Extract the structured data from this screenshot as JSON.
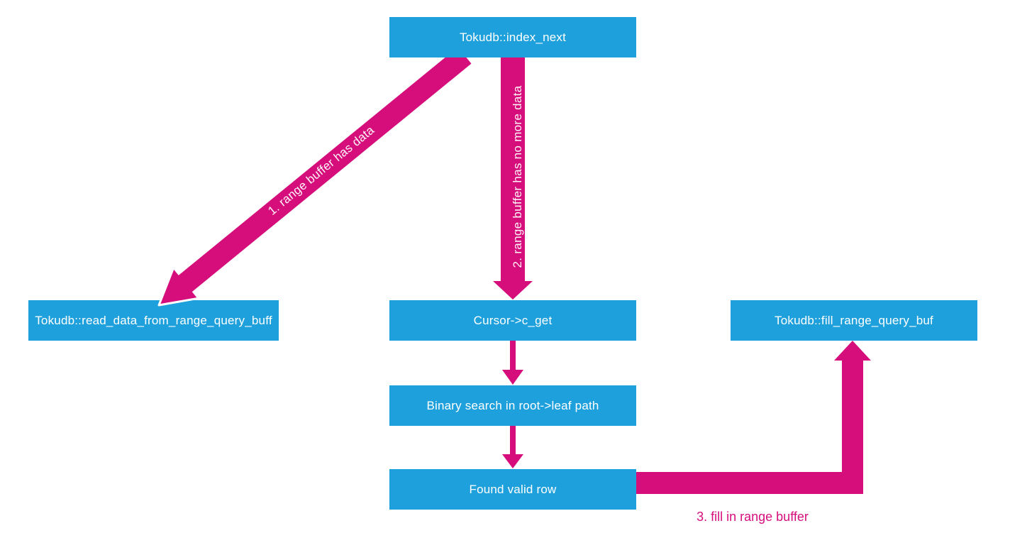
{
  "diagram": {
    "nodes": {
      "index_next": {
        "label": "Tokudb::index_next"
      },
      "read_data": {
        "label": "Tokudb::read_data_from_range_query_buff"
      },
      "cursor_c_get": {
        "label": "Cursor->c_get"
      },
      "fill_range": {
        "label": "Tokudb::fill_range_query_buf"
      },
      "binary_search": {
        "label": "Binary search in root->leaf path"
      },
      "found_row": {
        "label": "Found valid row"
      }
    },
    "edges": {
      "range_buffer_has_data": {
        "label": "1. range buffer has data"
      },
      "range_buffer_no_more_data": {
        "label": "2. range buffer has no more data"
      },
      "fill_in_range_buffer": {
        "label": "3. fill in range buffer"
      }
    },
    "colors": {
      "background": "#FFFFFF",
      "node_fill": "#1EA0DC",
      "node_text": "#FFFFFF",
      "arrow_fill": "#D60E7C",
      "edge_label_on_arrow": "#FFF3F9"
    }
  }
}
